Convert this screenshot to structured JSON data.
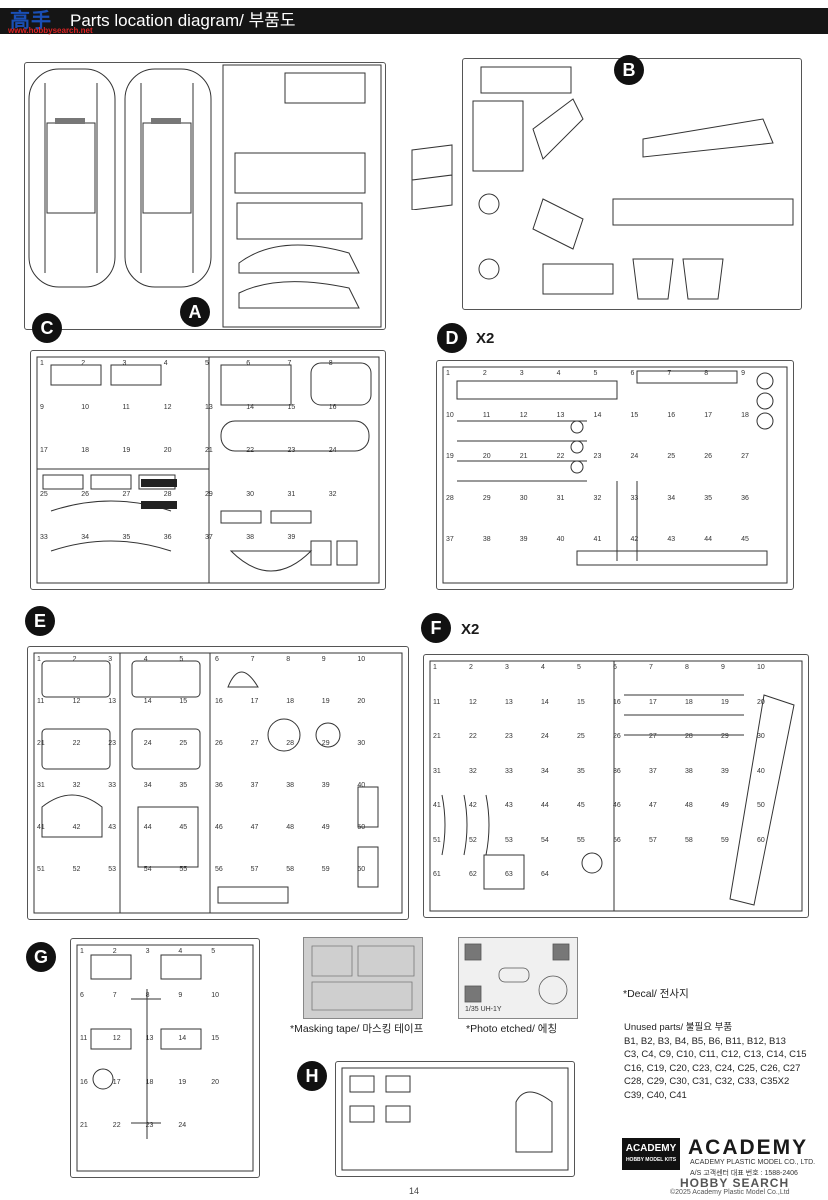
{
  "header": {
    "title": "Parts location diagram/ 부품도",
    "watermark_cn": "高手",
    "watermark_url": "www.hobbysearch.net"
  },
  "sprues": [
    {
      "letter": "A",
      "multiplier": ""
    },
    {
      "letter": "B",
      "multiplier": ""
    },
    {
      "letter": "C",
      "multiplier": ""
    },
    {
      "letter": "D",
      "multiplier": "X2"
    },
    {
      "letter": "E",
      "multiplier": ""
    },
    {
      "letter": "F",
      "multiplier": "X2"
    },
    {
      "letter": "G",
      "multiplier": ""
    },
    {
      "letter": "H",
      "multiplier": ""
    }
  ],
  "numbers": {
    "C": [
      "1",
      "2",
      "3",
      "4",
      "5",
      "6",
      "7",
      "8",
      "9",
      "10",
      "11",
      "12",
      "13",
      "14",
      "15",
      "16",
      "17",
      "18",
      "19",
      "20",
      "21",
      "22",
      "23",
      "24",
      "25",
      "26",
      "27",
      "28",
      "29",
      "30",
      "31",
      "32",
      "33",
      "34",
      "35",
      "36",
      "37",
      "38",
      "39"
    ],
    "E": [
      "1",
      "2",
      "3",
      "4",
      "5",
      "6",
      "7",
      "8",
      "9",
      "10",
      "11",
      "12",
      "13",
      "14",
      "15",
      "16",
      "17",
      "18",
      "19",
      "20",
      "21",
      "22",
      "23",
      "24",
      "25",
      "26",
      "27",
      "28",
      "29",
      "30",
      "31",
      "32",
      "33",
      "34",
      "35",
      "36",
      "37",
      "38",
      "39",
      "40",
      "41",
      "42",
      "43",
      "44",
      "45",
      "46",
      "47",
      "48",
      "49",
      "50",
      "51",
      "52",
      "53",
      "54",
      "55",
      "56",
      "57",
      "58",
      "59",
      "60"
    ],
    "F": [
      "1",
      "2",
      "3",
      "4",
      "5",
      "6",
      "7",
      "8",
      "9",
      "10",
      "11",
      "12",
      "13",
      "14",
      "15",
      "16",
      "17",
      "18",
      "19",
      "20",
      "21",
      "22",
      "23",
      "24",
      "25",
      "26",
      "27",
      "28",
      "29",
      "30",
      "31",
      "32",
      "33",
      "34",
      "35",
      "36",
      "37",
      "38",
      "39",
      "40",
      "41",
      "42",
      "43",
      "44",
      "45",
      "46",
      "47",
      "48",
      "49",
      "50",
      "51",
      "52",
      "53",
      "54",
      "55",
      "56",
      "57",
      "58",
      "59",
      "60",
      "61",
      "62",
      "63",
      "64"
    ],
    "G": [
      "1",
      "2",
      "3",
      "4",
      "5",
      "6",
      "7",
      "8",
      "9",
      "10",
      "11",
      "12",
      "13",
      "14",
      "15",
      "16",
      "17",
      "18",
      "19",
      "20",
      "21",
      "22",
      "23",
      "24"
    ],
    "D": [
      "1",
      "2",
      "3",
      "4",
      "5",
      "6",
      "7",
      "8",
      "9",
      "10",
      "11",
      "12",
      "13",
      "14",
      "15",
      "16",
      "17",
      "18",
      "19",
      "20",
      "21",
      "22",
      "23",
      "24",
      "25",
      "26",
      "27",
      "28",
      "29",
      "30",
      "31",
      "32",
      "33",
      "34",
      "35",
      "36",
      "37",
      "38",
      "39",
      "40",
      "41",
      "42",
      "43",
      "44",
      "45"
    ]
  },
  "masking_tape_caption": "*Masking tape/ 마스킹 테이프",
  "photo_etched_caption": "*Photo etched/ 에칭",
  "pe_label": "1/35 UH-1Y",
  "decal_caption": "*Decal/ 전사지",
  "unused": {
    "title": "Unused parts/ 불필요 부품",
    "lines": [
      "B1, B2, B3, B4, B5, B6, B11, B12, B13",
      "C3, C4, C9, C10, C11, C12, C13, C14, C15",
      "C16, C19, C20, C23, C24, C25, C26, C27",
      "C28, C29, C30, C31, C32, C33, C35X2",
      "C39, C40, C41"
    ]
  },
  "brand": {
    "badge_top": "ACADEMY",
    "badge_bottom": "HOBBY MODEL KITS",
    "wordmark": "ACADEMY",
    "company": "ACADEMY PLASTIC MODEL CO., LTD.",
    "service": "A/S 고객센터 대표 번호 : 1588-2406"
  },
  "page_number": "14",
  "footer_watermark": "HOBBY SEARCH",
  "copyright": "©2025 Academy Plastic Model Co.,Ltd"
}
